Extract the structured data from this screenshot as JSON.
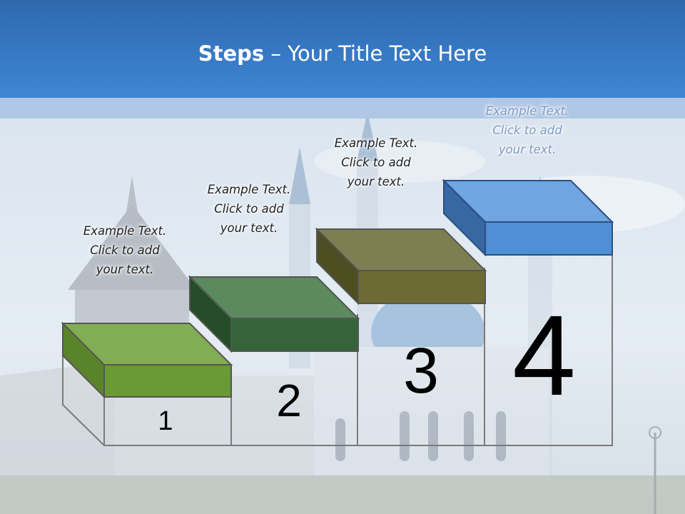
{
  "slide": {
    "title_bold": "Steps",
    "title_rest": " – Your Title Text Here"
  },
  "colors": {
    "header": "#3779c4",
    "step1": "#6a9a34",
    "step2": "#35643a",
    "step3": "#6b6b33",
    "step4": "#4f8fd6"
  },
  "steps": [
    {
      "number": "1",
      "lines": [
        "Example Text.",
        "Click  to add",
        "your text."
      ]
    },
    {
      "number": "2",
      "lines": [
        "Example Text.",
        "Click  to add",
        "your text."
      ]
    },
    {
      "number": "3",
      "lines": [
        "Example Text.",
        "Click  to add",
        "your text."
      ]
    },
    {
      "number": "4",
      "lines": [
        "Example Text.",
        "Click  to add",
        "your text."
      ]
    }
  ]
}
